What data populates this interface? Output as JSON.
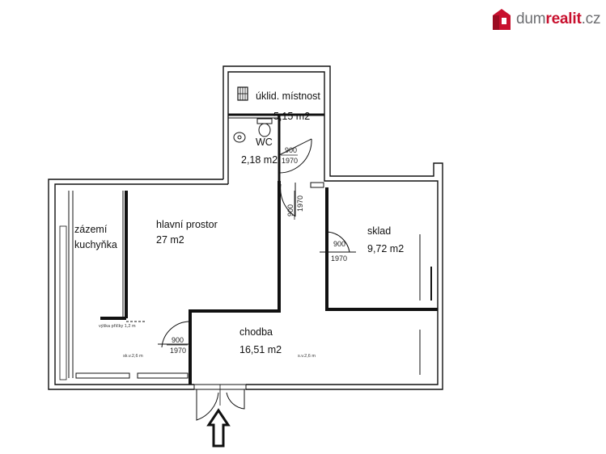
{
  "brand": {
    "part1": "dum",
    "part2": "realit",
    "part3": ".cz",
    "accent": "#c8102e",
    "grey": "#6d6e71",
    "logo_icon": "house-icon"
  },
  "rooms": {
    "uklid_name": "úklid. místnost",
    "uklid_area": "5,15 m2",
    "wc_name": "WC",
    "wc_area": "2,18 m2",
    "zazemi_line1": "zázemí",
    "zazemi_line2": "kuchyňka",
    "hlavni_name": "hlavní prostor",
    "hlavni_area": "27 m2",
    "sklad_name": "sklad",
    "sklad_area": "9,72 m2",
    "chodba_name": "chodba",
    "chodba_area": "16,51 m2"
  },
  "doors": {
    "wc": {
      "width": "900",
      "height": "1970"
    },
    "vertical": {
      "width": "900",
      "height": "1970"
    },
    "sklad": {
      "width": "900",
      "height": "1970"
    },
    "chodba": {
      "width": "900",
      "height": "1970"
    }
  },
  "notes": {
    "kitchen_height": "sk.v.2,6 m",
    "chodba_height": "s.v.2,6 m",
    "partition": "výška příčky 1,2 m"
  },
  "entrance_icon": "entrance-arrow-icon"
}
